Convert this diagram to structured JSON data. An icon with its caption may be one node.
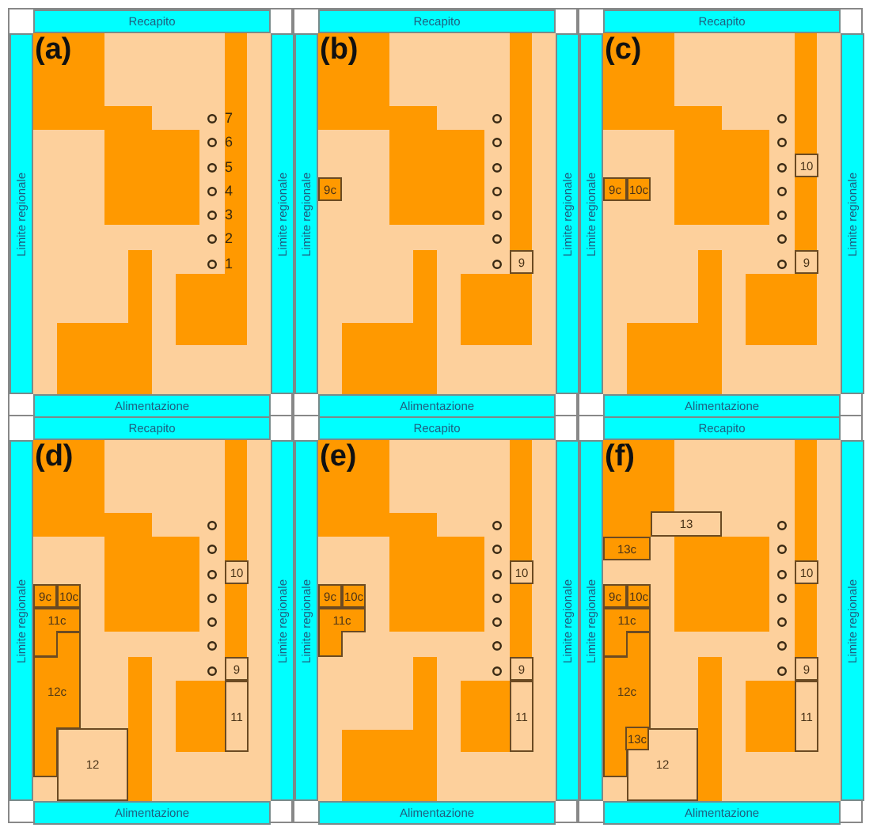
{
  "diagram": {
    "nodes": [
      {
        "text": [
          "(a)"
        ]
      },
      {
        "text": [
          "Recapito"
        ],
        "in": 0
      },
      {
        "text": [
          "Limite regionale"
        ],
        "in": 0
      },
      {
        "text": [
          "Limite regionale"
        ],
        "in": 0
      },
      {
        "text": [
          "Alimentazione"
        ],
        "in": 0
      },
      {
        "text": [
          "(b)"
        ]
      },
      {
        "text": [
          "Recapito"
        ],
        "in": 5
      },
      {
        "text": [
          "Limite regionale"
        ],
        "in": 5
      },
      {
        "text": [
          "Limite regionale"
        ],
        "in": 5
      },
      {
        "text": [
          "Alimentazione"
        ],
        "in": 5
      },
      {
        "text": [
          "9c"
        ],
        "in": 5
      },
      {
        "text": [
          "9"
        ],
        "in": 5
      },
      {
        "text": [
          "(c)"
        ]
      },
      {
        "text": [
          "Recapito"
        ],
        "in": 12
      },
      {
        "text": [
          "Limite regionale"
        ],
        "in": 12
      },
      {
        "text": [
          "Limite regionale"
        ],
        "in": 12
      },
      {
        "text": [
          "Alimentazione"
        ],
        "in": 12
      },
      {
        "text": [
          "10"
        ],
        "in": 12
      },
      {
        "text": [
          "9c"
        ],
        "in": 12
      },
      {
        "text": [
          "10c"
        ],
        "in": 12
      },
      {
        "text": [
          "9"
        ],
        "in": 12
      },
      {
        "text": [
          "(d)"
        ]
      },
      {
        "text": [
          "Recapito"
        ],
        "in": 21
      },
      {
        "text": [
          "Limite regionale"
        ],
        "in": 21
      },
      {
        "text": [
          "Limite regionale"
        ],
        "in": 21
      },
      {
        "text": [
          "Alimentazione"
        ],
        "in": 21
      },
      {
        "text": [
          "10"
        ],
        "in": 21
      },
      {
        "text": [
          "9c"
        ],
        "in": 21
      },
      {
        "text": [
          "10c"
        ],
        "in": 21
      },
      {
        "text": [
          "11c"
        ],
        "in": 21
      },
      {
        "text": [
          "12c"
        ],
        "in": 21
      },
      {
        "text": [
          "9"
        ],
        "in": 21
      },
      {
        "text": [
          "11"
        ],
        "in": 21
      },
      {
        "text": [
          "12"
        ],
        "in": 21
      },
      {
        "text": [
          "(e)"
        ]
      },
      {
        "text": [
          "Recapito"
        ],
        "in": 34
      },
      {
        "text": [
          "Limite regionale"
        ],
        "in": 34
      },
      {
        "text": [
          "Limite regionale"
        ],
        "in": 34
      },
      {
        "text": [
          "Alimentazione"
        ],
        "in": 34
      },
      {
        "text": [
          "10"
        ],
        "in": 34
      },
      {
        "text": [
          "9c"
        ],
        "in": 34
      },
      {
        "text": [
          "10c"
        ],
        "in": 34
      },
      {
        "text": [
          "11c"
        ],
        "in": 34
      },
      {
        "text": [
          "9"
        ],
        "in": 34
      },
      {
        "text": [
          "11"
        ],
        "in": 34
      },
      {
        "text": [
          "(f)"
        ]
      },
      {
        "text": [
          "Recapito"
        ],
        "in": 45
      },
      {
        "text": [
          "Limite regionale"
        ],
        "in": 45
      },
      {
        "text": [
          "Limite regionale"
        ],
        "in": 45
      },
      {
        "text": [
          "Alimentazione"
        ],
        "in": 45
      },
      {
        "text": [
          "13"
        ],
        "in": 45
      },
      {
        "text": [
          "13c"
        ],
        "in": 45
      },
      {
        "text": [
          "10"
        ],
        "in": 45
      },
      {
        "text": [
          "9c"
        ],
        "in": 45
      },
      {
        "text": [
          "10c"
        ],
        "in": 45
      },
      {
        "text": [
          "11c"
        ],
        "in": 45
      },
      {
        "text": [
          "12c"
        ],
        "in": 45
      },
      {
        "text": [
          "9"
        ],
        "in": 45
      },
      {
        "text": [
          "11"
        ],
        "in": 45
      },
      {
        "text": [
          "12"
        ],
        "in": 45
      },
      {
        "text": [
          "13c"
        ],
        "in": 59
      }
    ],
    "labels": [
      "7",
      "6",
      "5",
      "4",
      "3",
      "2",
      "1"
    ]
  }
}
